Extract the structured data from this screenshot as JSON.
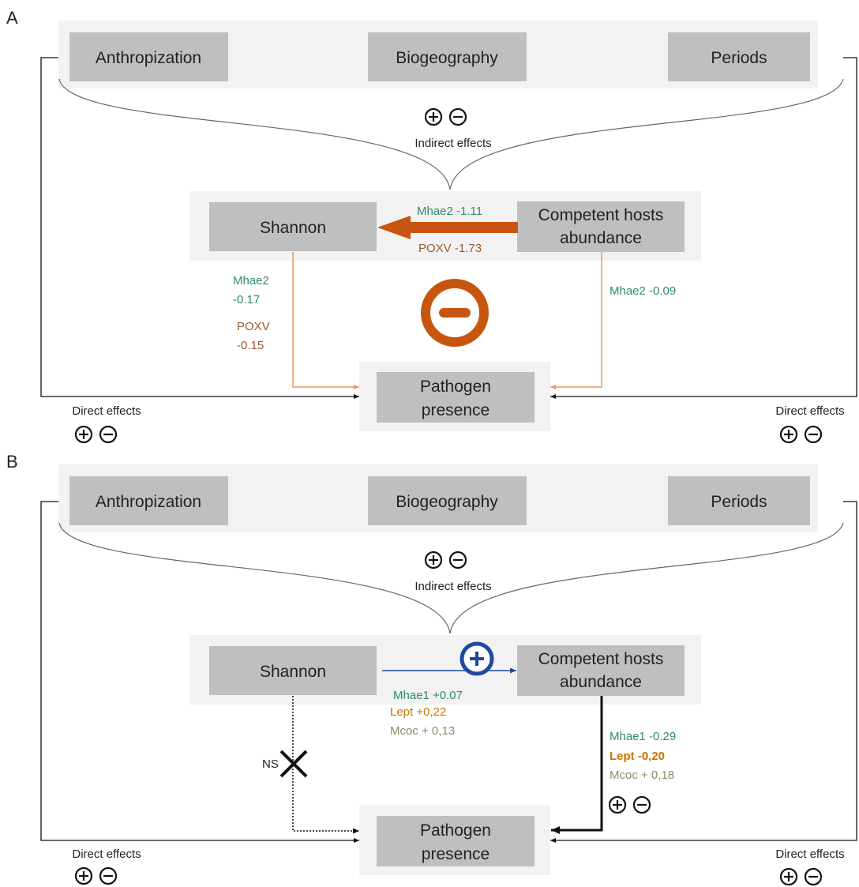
{
  "panels": [
    {
      "letter": "A",
      "boxes": {
        "anthropization": "Anthropization",
        "biogeography": "Biogeography",
        "periods": "Periods",
        "shannon": "Shannon",
        "competent_line1": "Competent hosts",
        "competent_line2": "abundance",
        "pathogen_line1": "Pathogen",
        "pathogen_line2": "presence"
      },
      "indirect_label": "Indirect effects",
      "direct_left": "Direct effects",
      "direct_right": "Direct effects",
      "arrow_top": "Mhae2 -1.11",
      "arrow_bottom": "POXV -1.73",
      "shannon_coefs": [
        "Mhae2",
        "-0.17",
        "POXV",
        "-0.15"
      ],
      "competent_coef": "Mhae2 -0.09"
    },
    {
      "letter": "B",
      "boxes": {
        "anthropization": "Anthropization",
        "biogeography": "Biogeography",
        "periods": "Periods",
        "shannon": "Shannon",
        "competent_line1": "Competent hosts",
        "competent_line2": "abundance",
        "pathogen_line1": "Pathogen",
        "pathogen_line2": "presence"
      },
      "indirect_label": "Indirect effects",
      "direct_left": "Direct effects",
      "direct_right": "Direct effects",
      "mid_coefs": [
        "Mhae1 +0.07",
        "Lept +0,22",
        "Mcoc + 0,13"
      ],
      "right_coefs": [
        "Mhae1 -0.29",
        "Lept  -0,20",
        "Mcoc + 0,18"
      ],
      "ns_label": "NS"
    }
  ],
  "colors": {
    "green": "#2e8b6e",
    "brown": "#9c5a2a",
    "orange": "#c8550f",
    "orange_line": "#f0965a",
    "blue": "#2048a0",
    "olive": "#8c8c64",
    "box_fill": "#bfbfbf",
    "group_fill": "#f2f2f2"
  }
}
